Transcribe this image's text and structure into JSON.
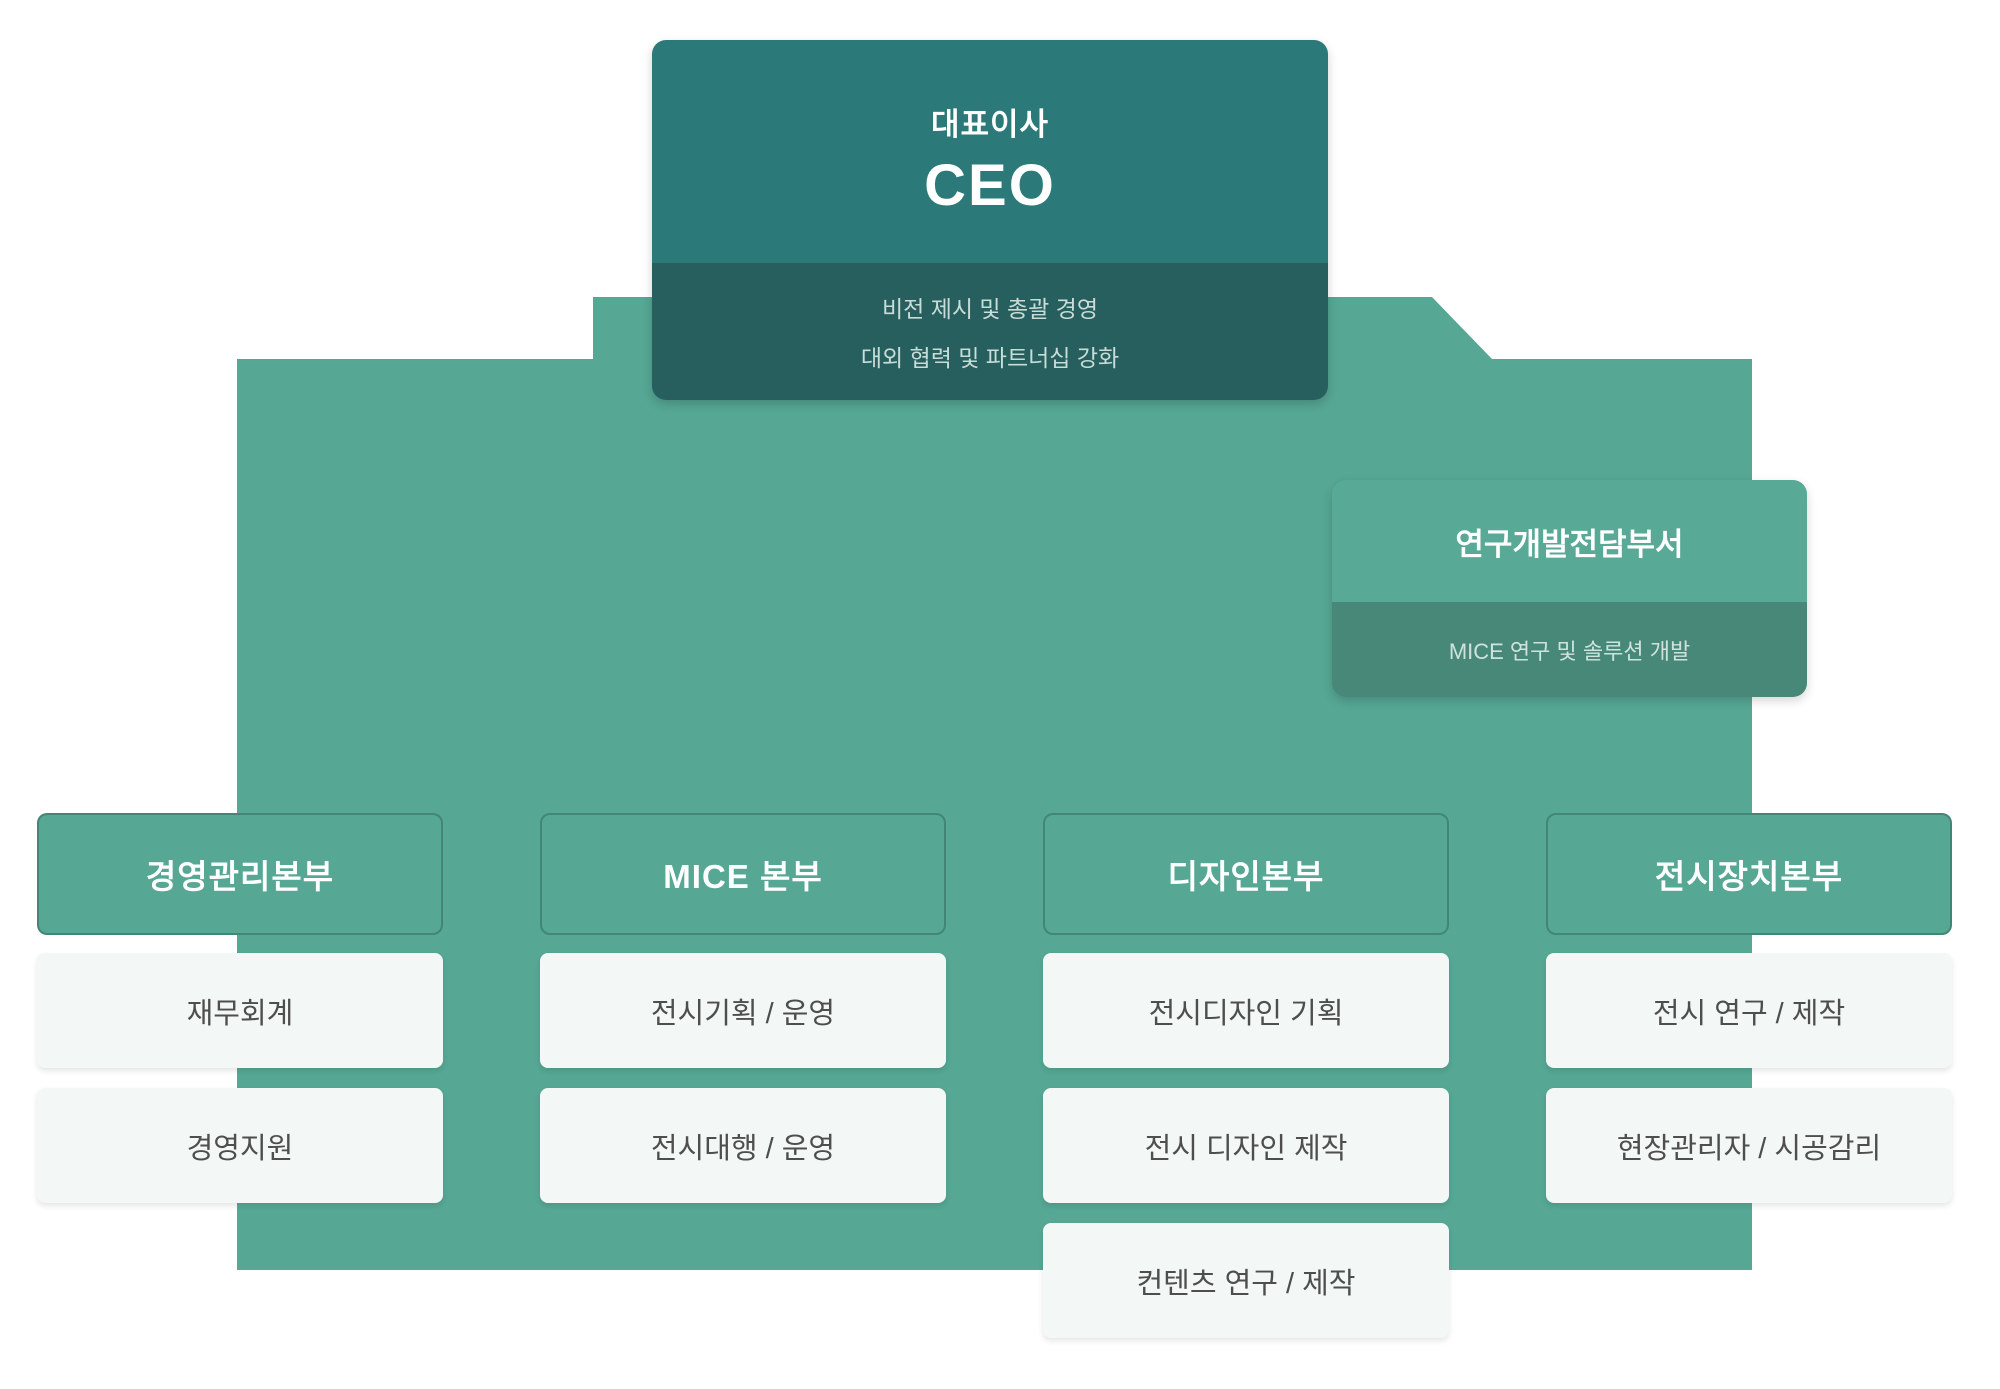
{
  "colors": {
    "background_green": "#56a794",
    "ceo_top": "#2b7a79",
    "ceo_bottom": "#265f5e",
    "rnd_top": "#58a996",
    "rnd_bottom": "#478878",
    "item_background": "#f3f7f5",
    "item_text": "#4e4e4e",
    "header_text": "#ffffff",
    "duty_text": "#c8dcd8"
  },
  "ceo": {
    "title_ko": "대표이사",
    "title_en": "CEO",
    "duties": [
      "비전 제시 및 총괄 경영",
      "대외 협력 및 파트너십 강화"
    ]
  },
  "rnd": {
    "title": "연구개발전담부서",
    "duty": "MICE 연구 및 솔루션 개발"
  },
  "divisions": [
    {
      "title": "경영관리본부",
      "items": [
        "재무회계",
        "경영지원"
      ]
    },
    {
      "title": "MICE 본부",
      "items": [
        "전시기획 / 운영",
        "전시대행 / 운영"
      ]
    },
    {
      "title": "디자인본부",
      "items": [
        "전시디자인 기획",
        "전시 디자인 제작",
        "컨텐츠 연구 / 제작"
      ]
    },
    {
      "title": "전시장치본부",
      "items": [
        "전시 연구 / 제작",
        "현장관리자 / 시공감리"
      ]
    }
  ]
}
